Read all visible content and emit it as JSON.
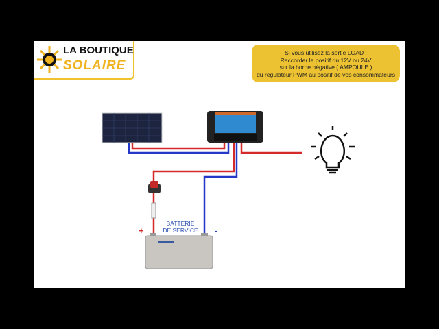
{
  "logo": {
    "line1": "LA BOUTIQUE",
    "line2": "SOLAIRE"
  },
  "note": {
    "lines": [
      "Si vous utilisez la sortie LOAD :",
      "Raccorder le positif du 12V ou 24V",
      "sur la borne négative ( AMPOULE )",
      "du régulateur PWM au positif de vos consommateurs"
    ]
  },
  "battery": {
    "label_line1": "BATTERIE",
    "label_line2": "DE SERVICE",
    "plus": "+",
    "minus": "-"
  },
  "colors": {
    "positive_wire": "#d42a2a",
    "negative_wire": "#2438c8",
    "accent": "#ecc232"
  }
}
